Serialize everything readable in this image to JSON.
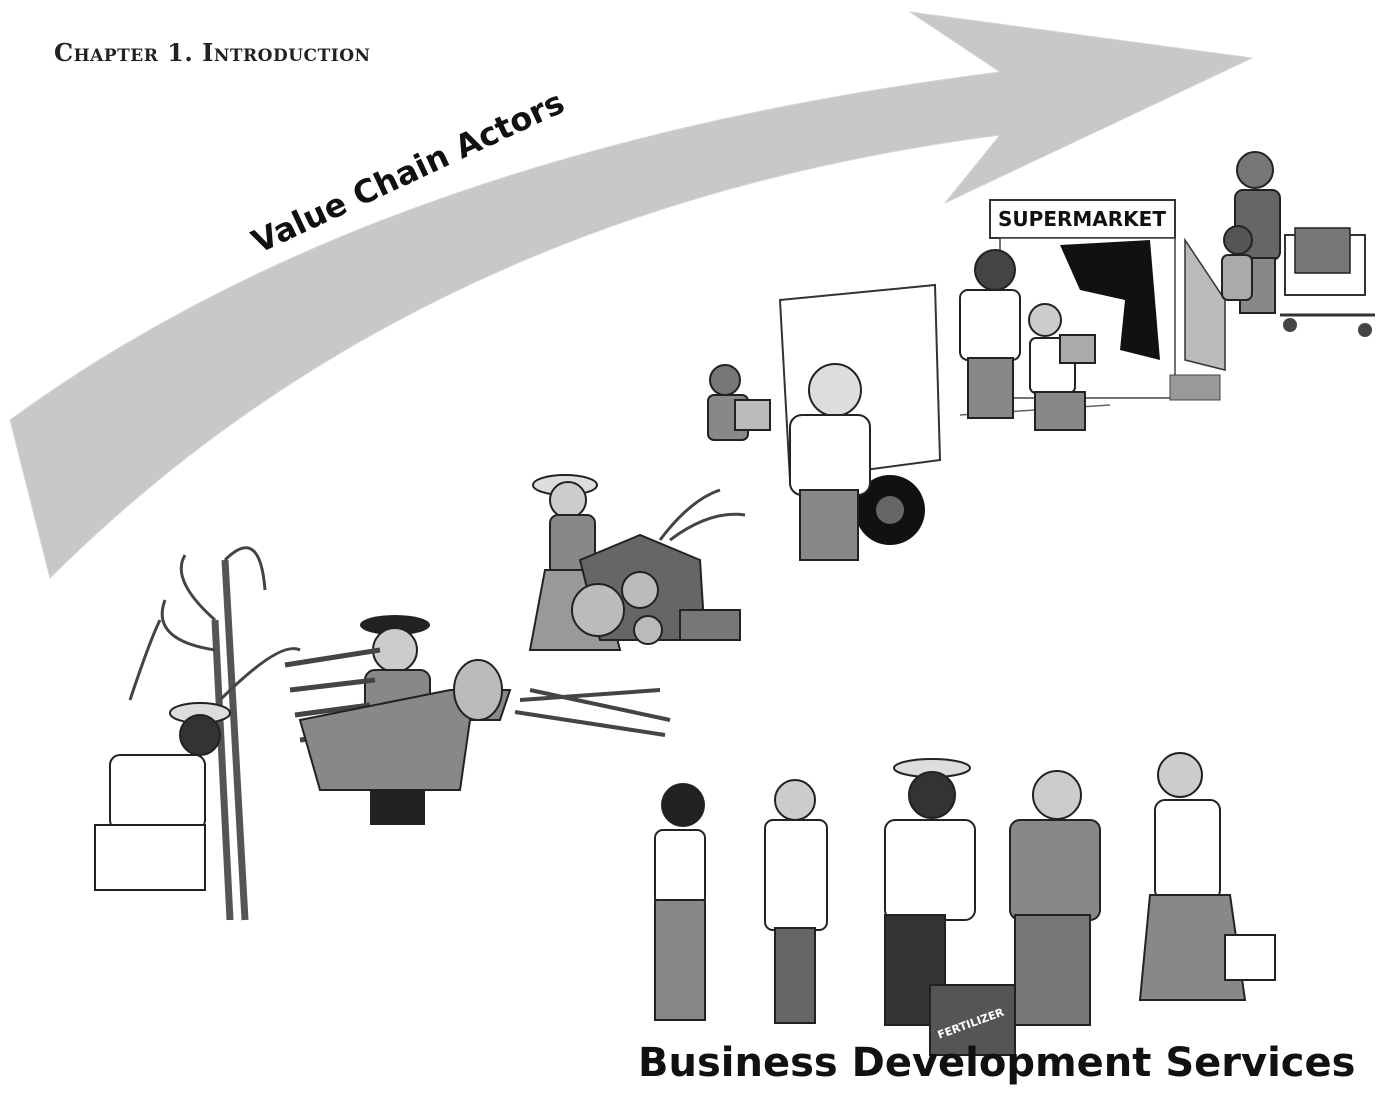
{
  "header": {
    "chapter": "Chapter 1. Introduction"
  },
  "arrow": {
    "label": "Value Chain Actors"
  },
  "supermarket": {
    "sign": "SUPERMARKET"
  },
  "bds": {
    "label": "Business Development Services"
  },
  "briefcase": {
    "label": "FERTILIZER"
  }
}
